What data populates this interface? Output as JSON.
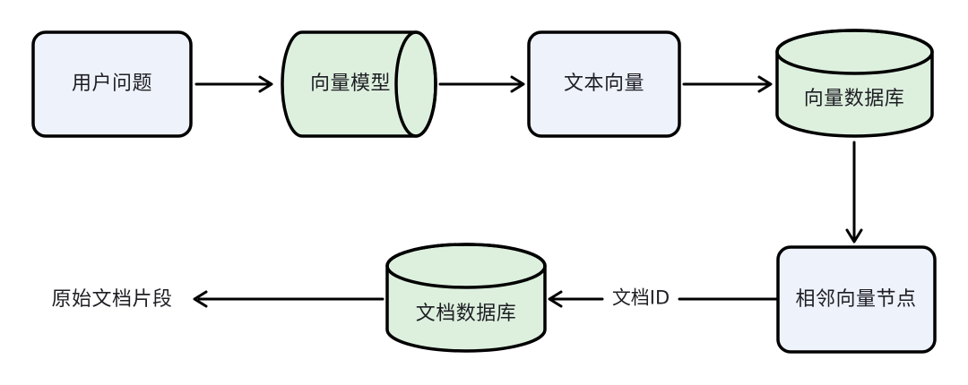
{
  "diagram": {
    "nodes": [
      {
        "id": "user-question",
        "shape": "rounded-rect",
        "label": "用户问题"
      },
      {
        "id": "vector-model",
        "shape": "cylinder-horizontal",
        "label": "向量模型"
      },
      {
        "id": "text-vector",
        "shape": "rounded-rect",
        "label": "文本向量"
      },
      {
        "id": "vector-database",
        "shape": "cylinder-vertical",
        "label": "向量数据库"
      },
      {
        "id": "adjacent-vector-nodes",
        "shape": "rounded-rect",
        "label": "相邻向量节点"
      },
      {
        "id": "document-database",
        "shape": "cylinder-vertical",
        "label": "文档数据库"
      },
      {
        "id": "original-document-fragment",
        "shape": "rounded-rect",
        "label": "原始文档片段"
      }
    ],
    "edges": [
      {
        "from": "user-question",
        "to": "vector-model",
        "label": ""
      },
      {
        "from": "vector-model",
        "to": "text-vector",
        "label": ""
      },
      {
        "from": "text-vector",
        "to": "vector-database",
        "label": ""
      },
      {
        "from": "vector-database",
        "to": "adjacent-vector-nodes",
        "label": ""
      },
      {
        "from": "adjacent-vector-nodes",
        "to": "document-database",
        "label": "文档ID"
      },
      {
        "from": "document-database",
        "to": "original-document-fragment",
        "label": ""
      }
    ],
    "colors": {
      "rect_fill": "#eef2fb",
      "cylinder_fill": "#ddf0de",
      "stroke": "#000000",
      "text": "#1e1e24",
      "background": "#ffffff"
    }
  }
}
